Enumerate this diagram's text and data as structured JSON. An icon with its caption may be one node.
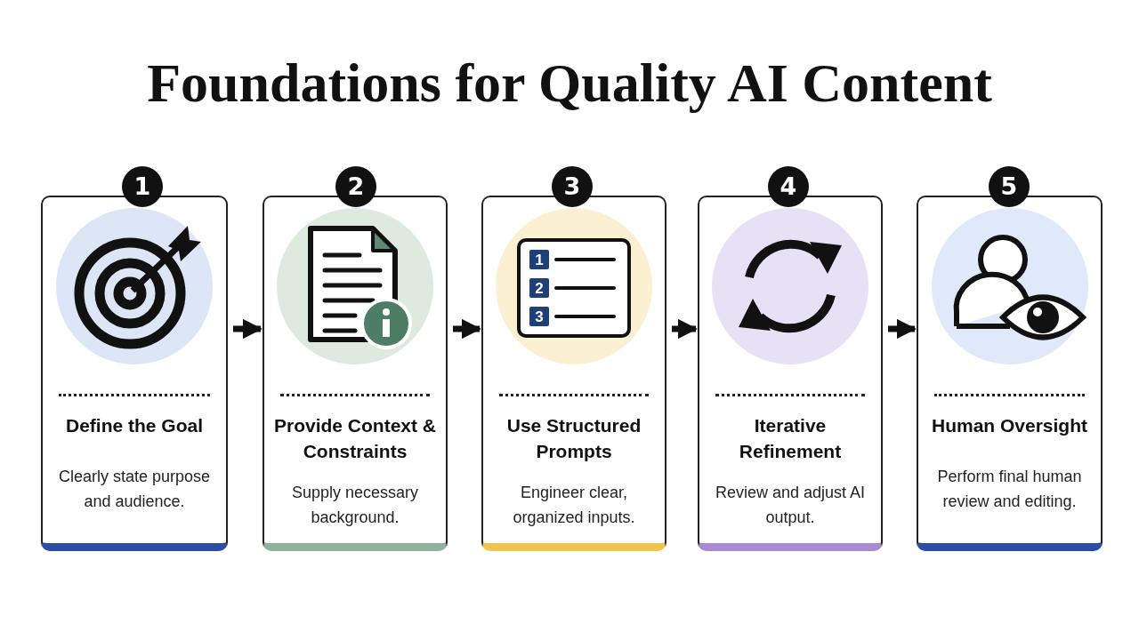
{
  "diagram": {
    "title": "Foundations for Quality AI Content",
    "nodes": [
      {
        "text": [
          "1"
        ]
      },
      {
        "text": [
          "Define the Goal",
          "Clearly state purpose and audience."
        ]
      },
      {
        "text": [
          "2"
        ]
      },
      {
        "text": [
          "Provide Context & Constraints",
          "Supply necessary background."
        ]
      },
      {
        "text": [
          "3"
        ]
      },
      {
        "text": [
          "Use Structured Prompts",
          "Engineer clear, organized inputs."
        ]
      },
      {
        "text": [
          "4"
        ]
      },
      {
        "text": [
          "Iterative Refinement",
          "Review and adjust AI output."
        ]
      },
      {
        "text": [
          "5"
        ]
      },
      {
        "text": [
          "Human Oversight",
          "Perform final human review and editing."
        ]
      }
    ],
    "edges": [
      {
        "from": 1,
        "to": 3,
        "arrow": "to"
      },
      {
        "from": 3,
        "to": 5,
        "arrow": "to"
      },
      {
        "from": 5,
        "to": 7,
        "arrow": "to"
      },
      {
        "from": 7,
        "to": 9,
        "arrow": "to"
      }
    ],
    "labels": [
      "1",
      "2",
      "3"
    ]
  }
}
